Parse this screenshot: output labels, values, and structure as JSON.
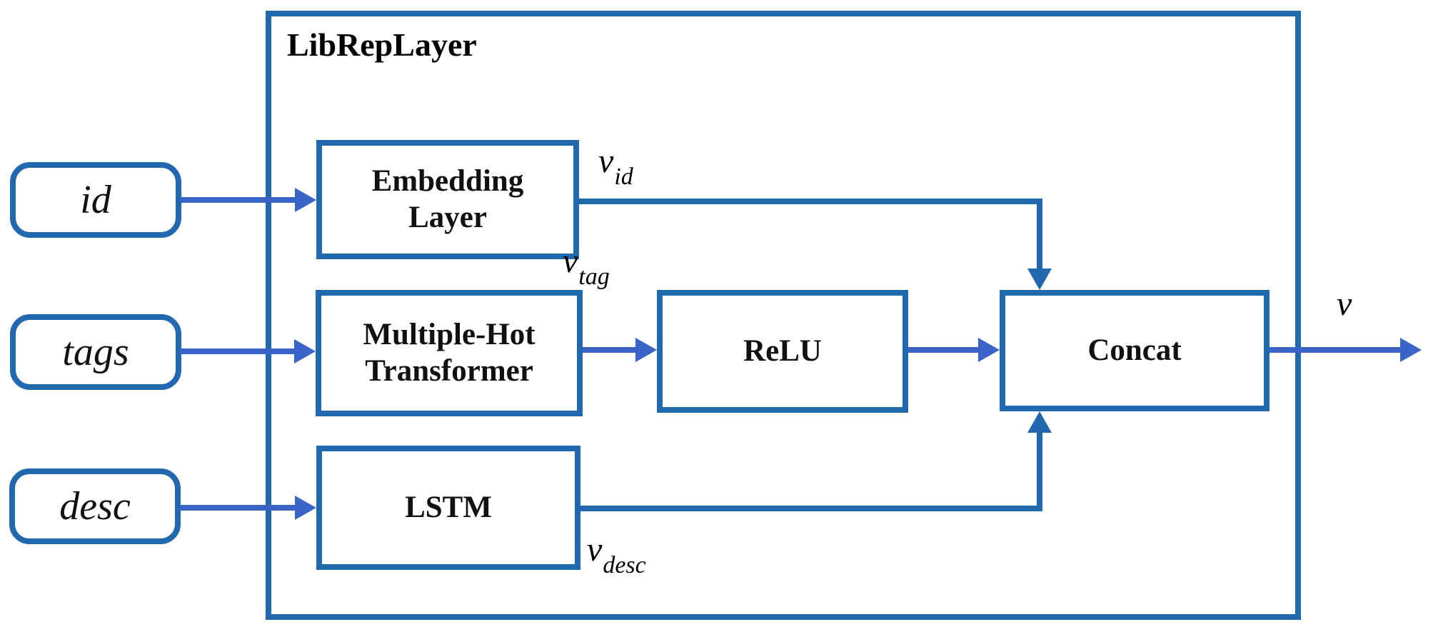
{
  "title": "LibRepLayer",
  "inputs": [
    {
      "label": "id"
    },
    {
      "label": "tags"
    },
    {
      "label": "desc"
    }
  ],
  "blocks": {
    "embedding": "Embedding Layer",
    "multihot": "Multiple-Hot Transformer",
    "relu": "ReLU",
    "lstm": "LSTM",
    "concat": "Concat"
  },
  "signals": {
    "v_id": {
      "base": "v",
      "sub": "id"
    },
    "v_tag": {
      "base": "v",
      "sub": "tag"
    },
    "v_desc": {
      "base": "v",
      "sub": "desc"
    },
    "v_out": {
      "base": "v",
      "sub": ""
    }
  },
  "colors": {
    "box_border": "#2268AE",
    "arrow": "#3A64C8",
    "text": "#111111"
  }
}
